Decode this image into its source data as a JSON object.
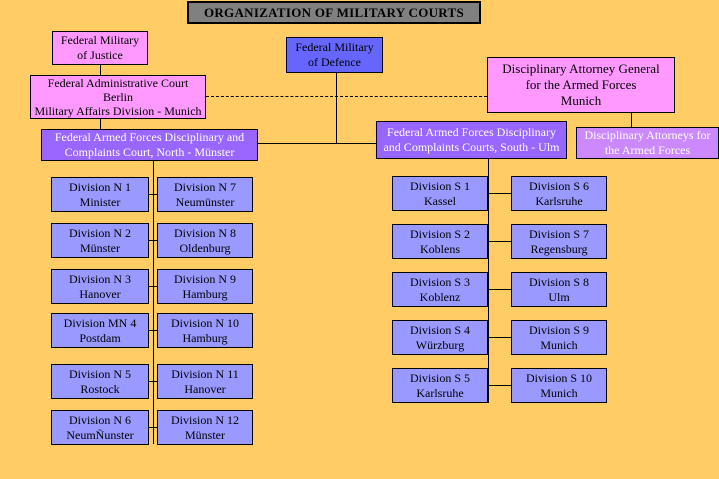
{
  "title": "ORGANIZATION OF MILITARY COURTS",
  "top": {
    "justice": [
      "Federal Military",
      "of Justice"
    ],
    "admin_court": [
      "Federal Administrative Court",
      "Berlin",
      "Military Affairs Division - Munich"
    ],
    "defence": [
      "Federal Military",
      "of Defence"
    ],
    "attorney_general": [
      "Disciplinary Attorney General",
      "for the Armed Forces",
      "Munich"
    ],
    "north_court": [
      "Federal Armed Forces Disciplinary and",
      "Complaints Court, North - Münster"
    ],
    "south_court": [
      "Federal Armed Forces Disciplinary",
      "and Complaints Courts, South - Ulm"
    ],
    "attorneys": [
      "Disciplinary Attorneys for",
      "the Armed Forces"
    ]
  },
  "north_left": [
    [
      "Division N 1",
      "Minister"
    ],
    [
      "Division N 2",
      "Münster"
    ],
    [
      "Division N 3",
      "Hanover"
    ],
    [
      "Division MN 4",
      "Postdam"
    ],
    [
      "Division N 5",
      "Rostock"
    ],
    [
      "Division N 6",
      "NeumÑunster"
    ]
  ],
  "north_right": [
    [
      "Division N 7",
      "Neumünster"
    ],
    [
      "Division N 8",
      "Oldenburg"
    ],
    [
      "Division N 9",
      "Hamburg"
    ],
    [
      "Division N 10",
      "Hamburg"
    ],
    [
      "Division N 11",
      "Hanover"
    ],
    [
      "Division N 12",
      "Münster"
    ]
  ],
  "south_left": [
    [
      "Division S 1",
      "Kassel"
    ],
    [
      "Division S 2",
      "Koblens"
    ],
    [
      "Division S 3",
      "Koblenz"
    ],
    [
      "Division S 4",
      "Würzburg"
    ],
    [
      "Division S 5",
      "Karlsruhe"
    ]
  ],
  "south_right": [
    [
      "Division S 6",
      "Karlsruhe"
    ],
    [
      "Division S 7",
      "Regensburg"
    ],
    [
      "Division S 8",
      "Ulm"
    ],
    [
      "Division S 9",
      "Munich"
    ],
    [
      "Division S 10",
      "Munich"
    ]
  ],
  "colors": {
    "background": "#FFCC66",
    "title_box": "#808080",
    "ministry_justice": "#FF99FF",
    "ministry_defence": "#6666FF",
    "court": "#9966FF",
    "attorneys": "#CC88FF",
    "division": "#9999FF"
  }
}
